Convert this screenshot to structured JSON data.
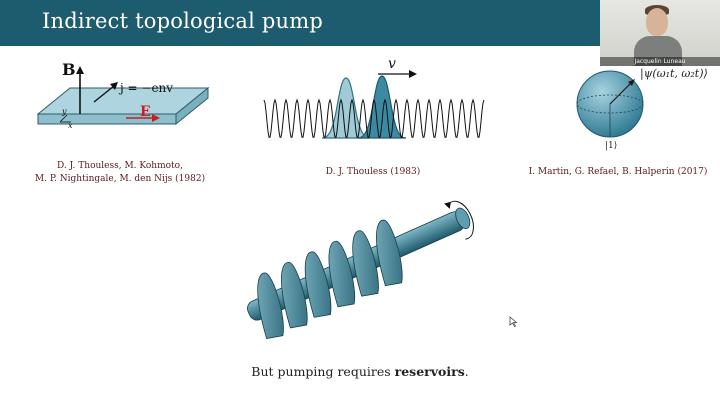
{
  "slide": {
    "title": "Indirect topological pump",
    "caption_prefix": "But pumping requires ",
    "caption_bold": "reservoirs",
    "caption_suffix": "."
  },
  "video": {
    "participant_name": "Jacquelin Luneau"
  },
  "figures": {
    "plate": {
      "label_B": "B",
      "label_j": "j = −env",
      "label_E": "E",
      "axis_y": "y",
      "axis_x": "x",
      "citation_line1": "D. J. Thouless, M. Kohmoto,",
      "citation_line2": "M. P. Nightingale,  M. den Nijs (1982)",
      "E_color": "#cc1e1e"
    },
    "wave": {
      "label_v": "v",
      "citation": "D. J. Thouless (1983)",
      "packet_color": "#2e7489"
    },
    "sphere": {
      "label_top": "|ψ(ω₁t, ω₂t)⟩",
      "label_bottom": "|1⟩",
      "citation": "I. Martin, G. Refael, B. Halperin (2017)",
      "sphere_color": "#3a84a0"
    },
    "screw": {
      "color": "#2e7489"
    }
  }
}
